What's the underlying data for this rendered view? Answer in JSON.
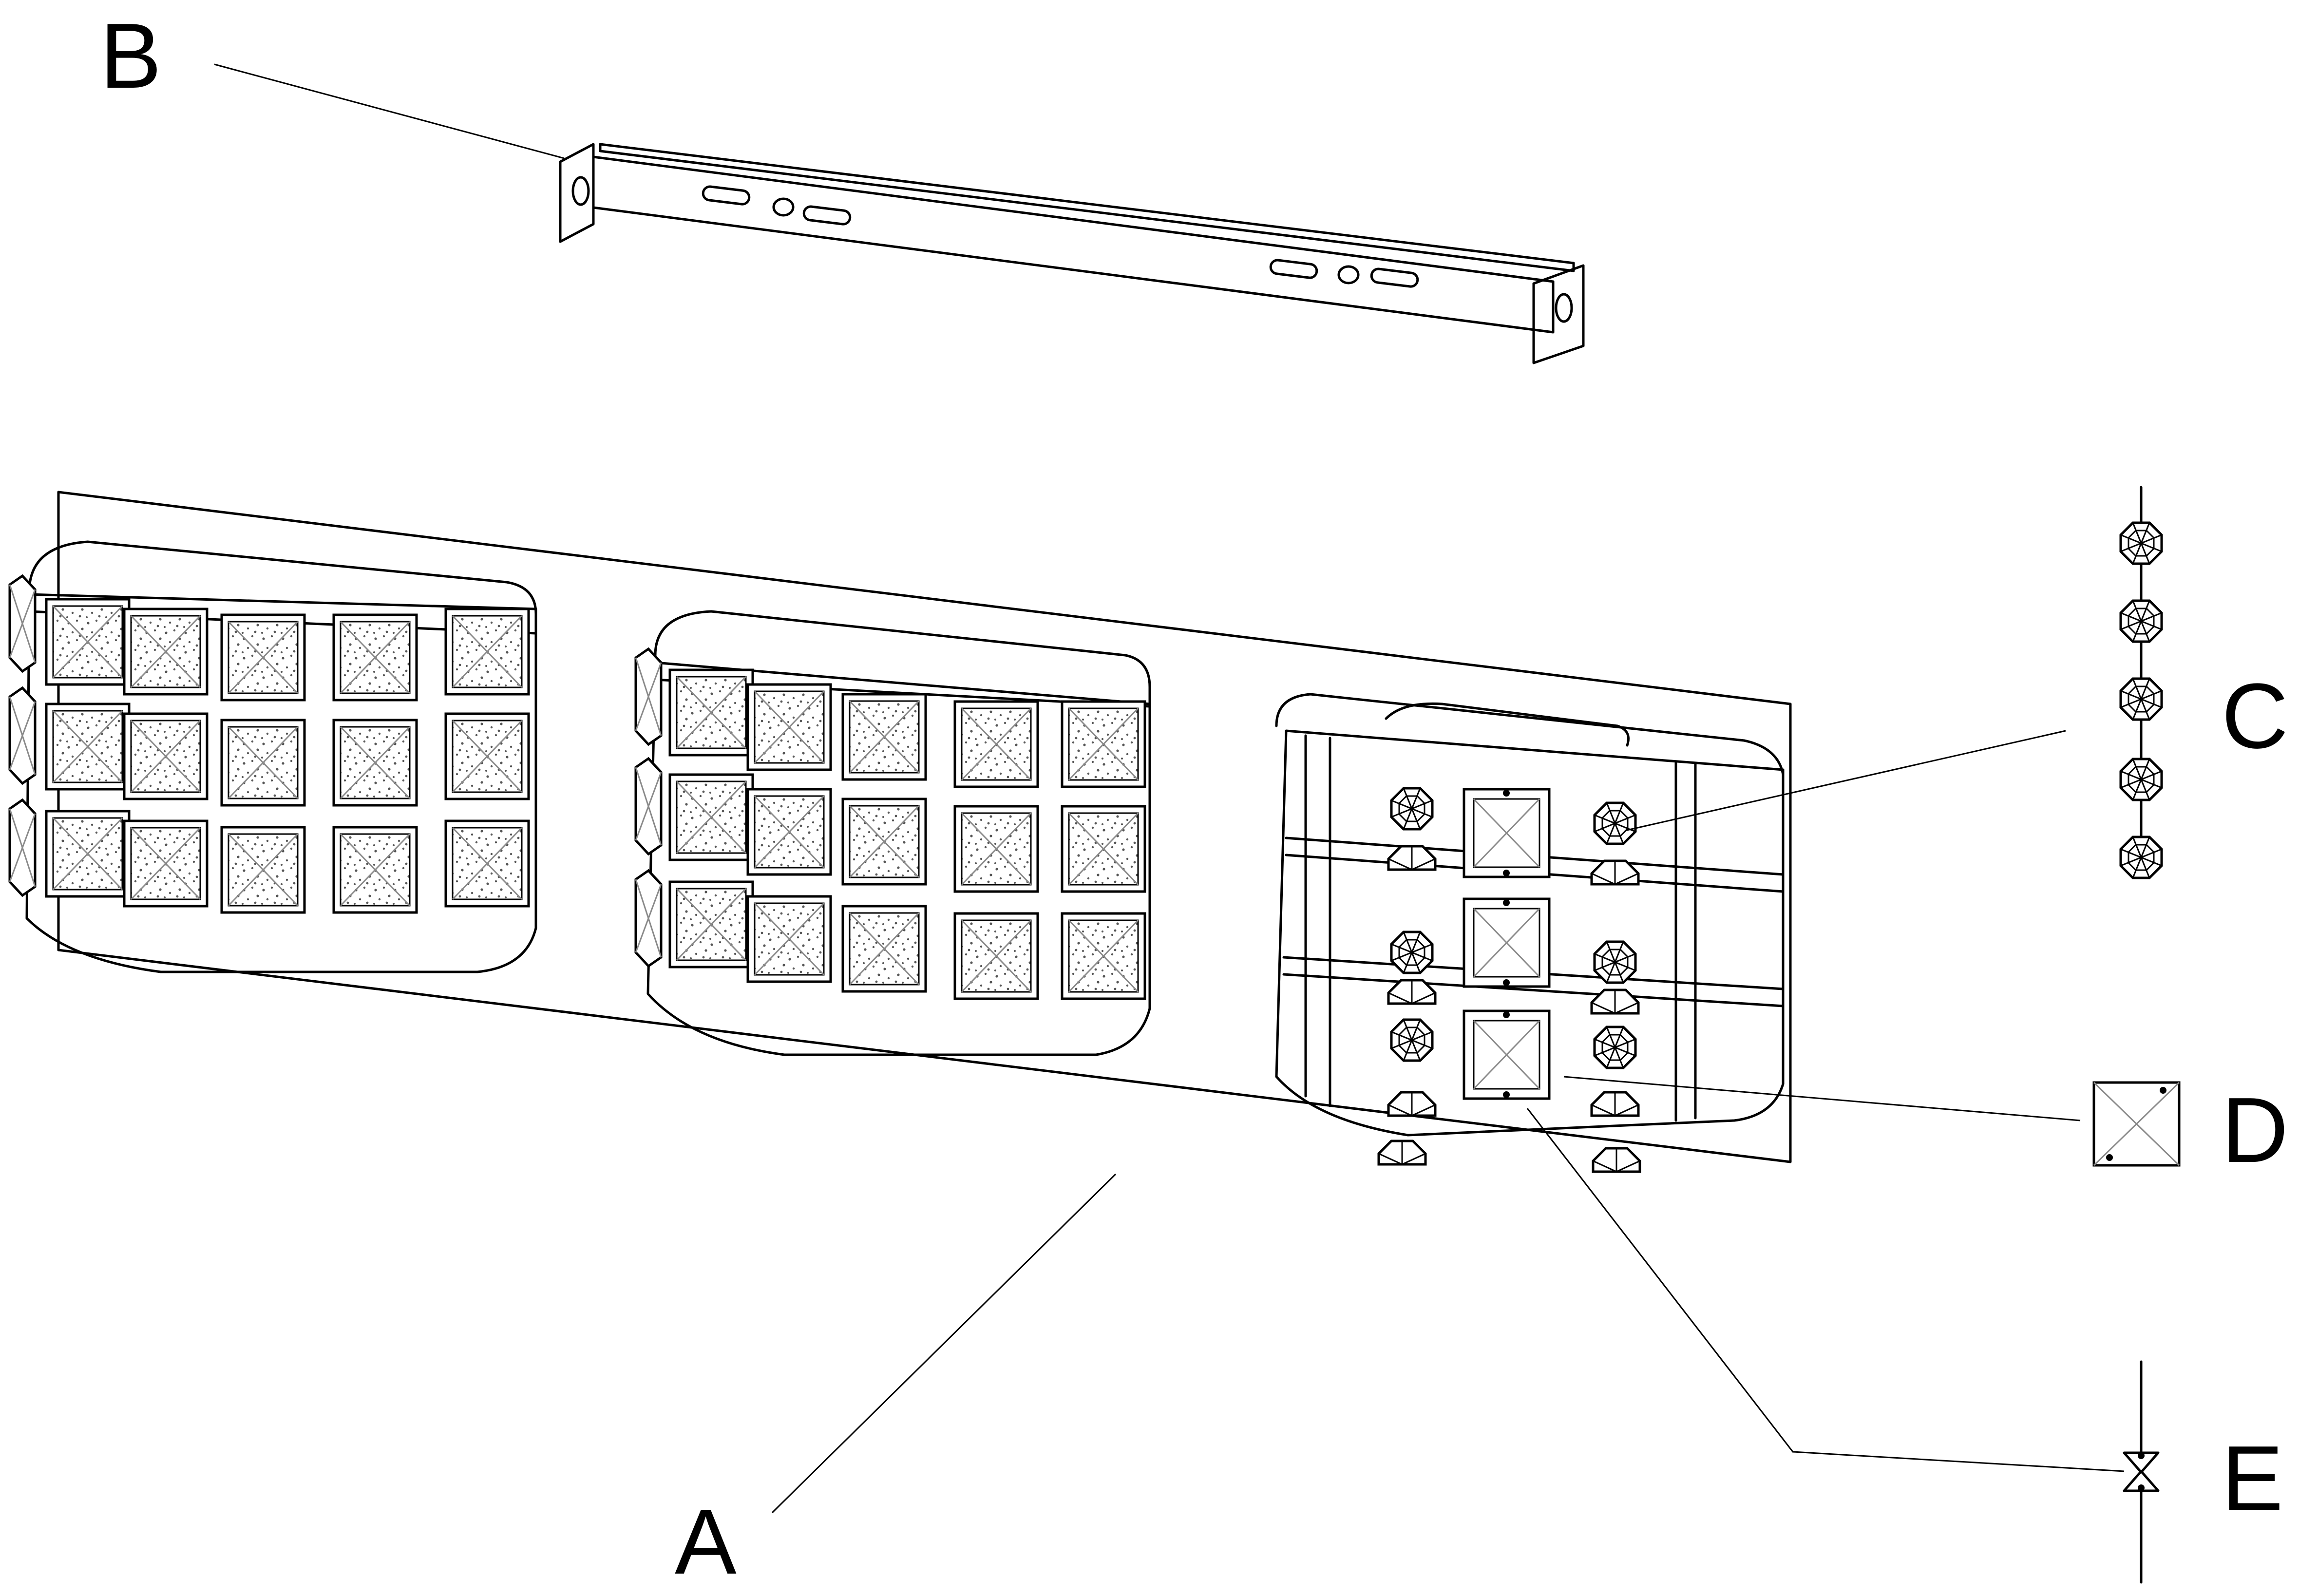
{
  "labels": {
    "a": "A",
    "b": "B",
    "c": "C",
    "d": "D",
    "e": "E"
  },
  "colors": {
    "stroke": "#000000",
    "crystal_cross": "#8a8a8a",
    "texture": "#555555",
    "background": "#ffffff"
  }
}
